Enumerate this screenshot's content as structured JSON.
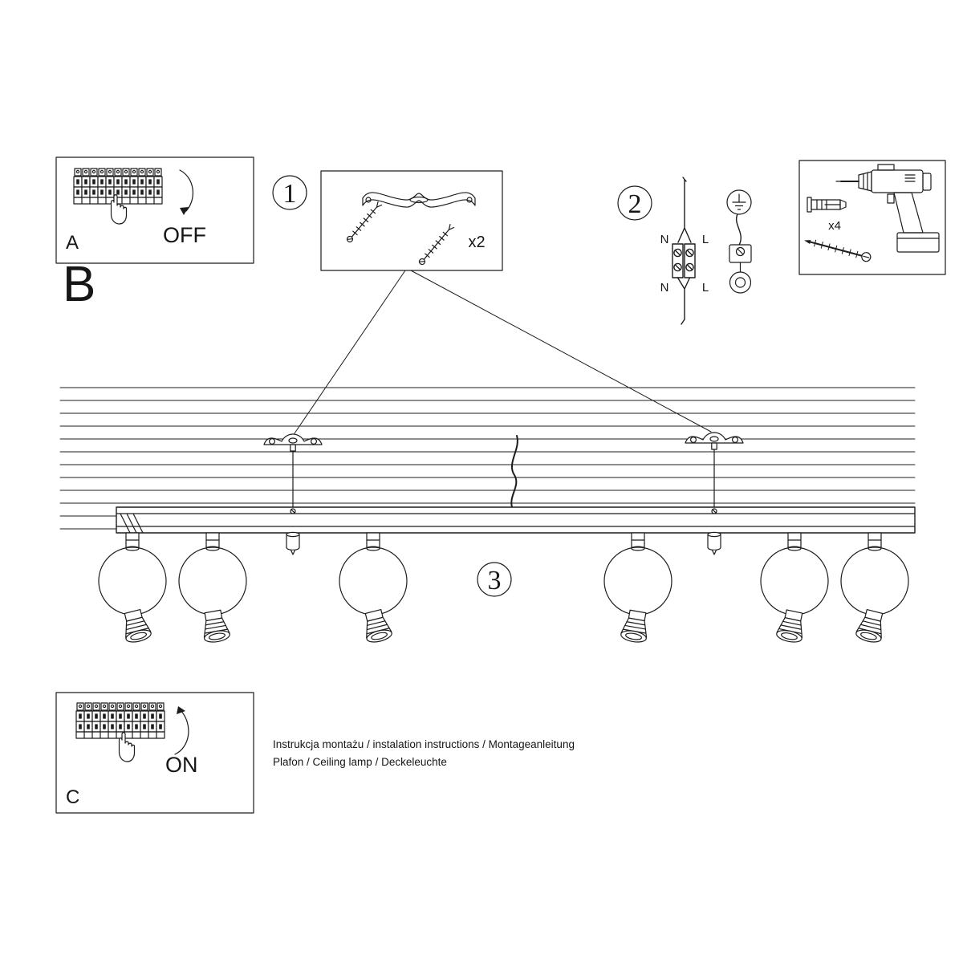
{
  "colors": {
    "ink": "#1c1c1c",
    "background": "#ffffff"
  },
  "power_off_panel": {
    "label": "A",
    "switch_state": "OFF"
  },
  "installation_view_label": "B",
  "power_on_panel": {
    "label": "C",
    "switch_state": "ON"
  },
  "step_1": {
    "number": "1",
    "bracket_quantity": "x2"
  },
  "step_2": {
    "number": "2",
    "terminals": {
      "top_left": "N",
      "top_right": "L",
      "bottom_left": "N",
      "bottom_right": "L"
    }
  },
  "step_3": {
    "number": "3"
  },
  "tools": {
    "anchor_quantity": "x4"
  },
  "footer": {
    "line1": "Instrukcja montażu / instalation instructions / Montageanleitung",
    "line2": "Plafon / Ceiling lamp / Deckeleuchte"
  }
}
